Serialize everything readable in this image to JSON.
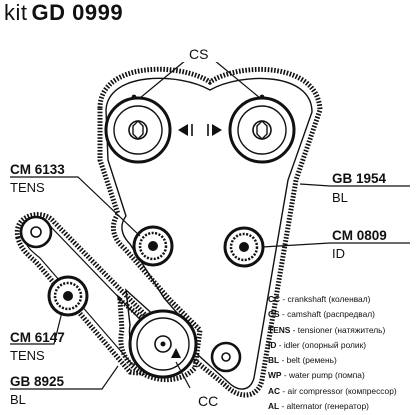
{
  "title": {
    "kit": "kit",
    "code": "GD 0999"
  },
  "labels": {
    "cs": "CS",
    "cc": "CC",
    "cm6133_code": "CM 6133",
    "cm6133_type": "TENS",
    "gb1954_code": "GB 1954",
    "gb1954_type": "BL",
    "cm0809_code": "CM 0809",
    "cm0809_type": "ID",
    "cm6147_code": "CM 6147",
    "cm6147_type": "TENS",
    "gb8925_code": "GB 8925",
    "gb8925_type": "BL"
  },
  "legend": [
    {
      "key": "CC",
      "desc": " - crankshaft (коленвал)"
    },
    {
      "key": "CS",
      "desc": " - camshaft (распредвал)"
    },
    {
      "key": "TENS",
      "desc": " - tensioner (натяжитель)"
    },
    {
      "key": "ID",
      "desc": " - idler (опорный ролик)"
    },
    {
      "key": "BL",
      "desc": " - belt (ремень)"
    },
    {
      "key": "WP",
      "desc": " - water pump (помпа)"
    },
    {
      "key": "AC",
      "desc": " - air compressor (компрессор)"
    },
    {
      "key": "AL",
      "desc": " - alternator (генератор)"
    }
  ]
}
